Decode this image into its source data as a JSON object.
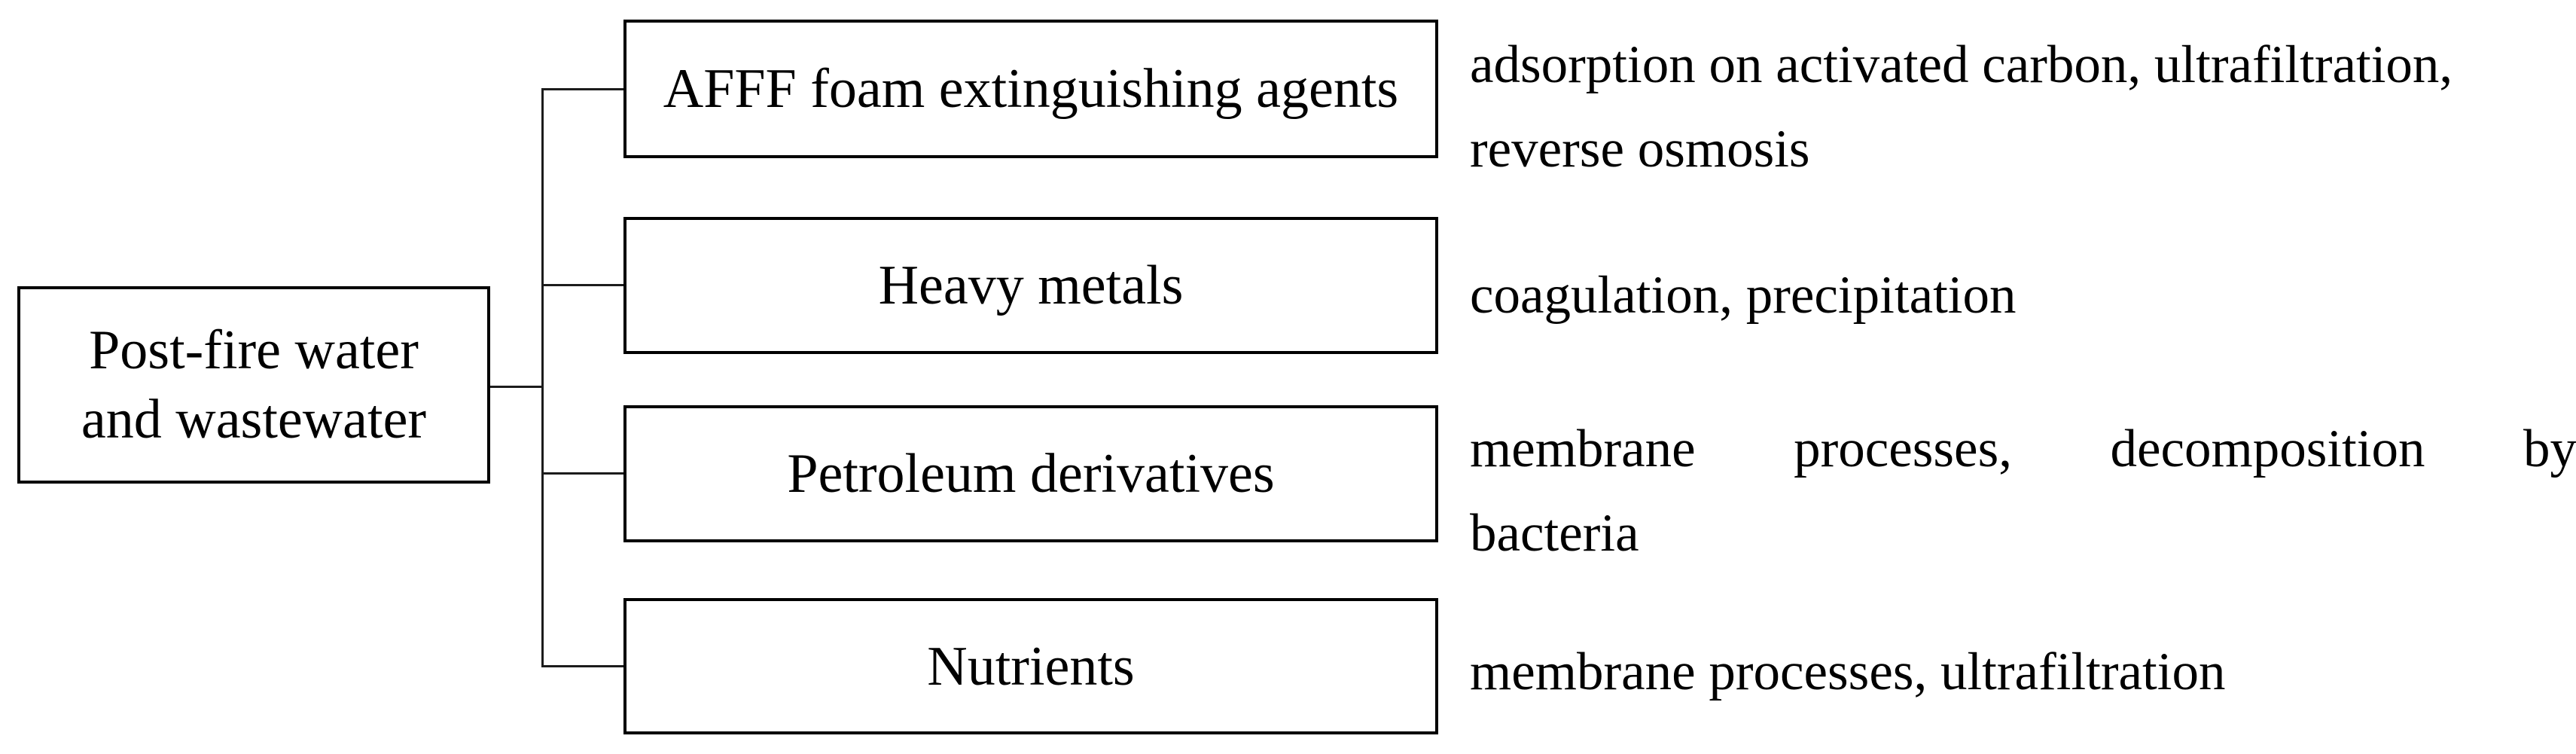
{
  "figure": {
    "colors": {
      "ink": "#000000",
      "background": "#ffffff"
    },
    "root": {
      "label": "Post-fire water and wastewater"
    },
    "rows": [
      {
        "label": "AFFF foam extinguishing agents",
        "treatment_lines": [
          "adsorption on activated carbon, ultrafiltration,",
          "reverse osmosis"
        ]
      },
      {
        "label": "Heavy metals",
        "treatment_lines": [
          "coagulation, precipitation"
        ]
      },
      {
        "label": "Petroleum derivatives",
        "treatment_lines": [
          "membrane processes, decomposition by",
          "bacteria"
        ]
      },
      {
        "label": "Nutrients",
        "treatment_lines": [
          "membrane processes, ultrafiltration"
        ]
      }
    ]
  }
}
